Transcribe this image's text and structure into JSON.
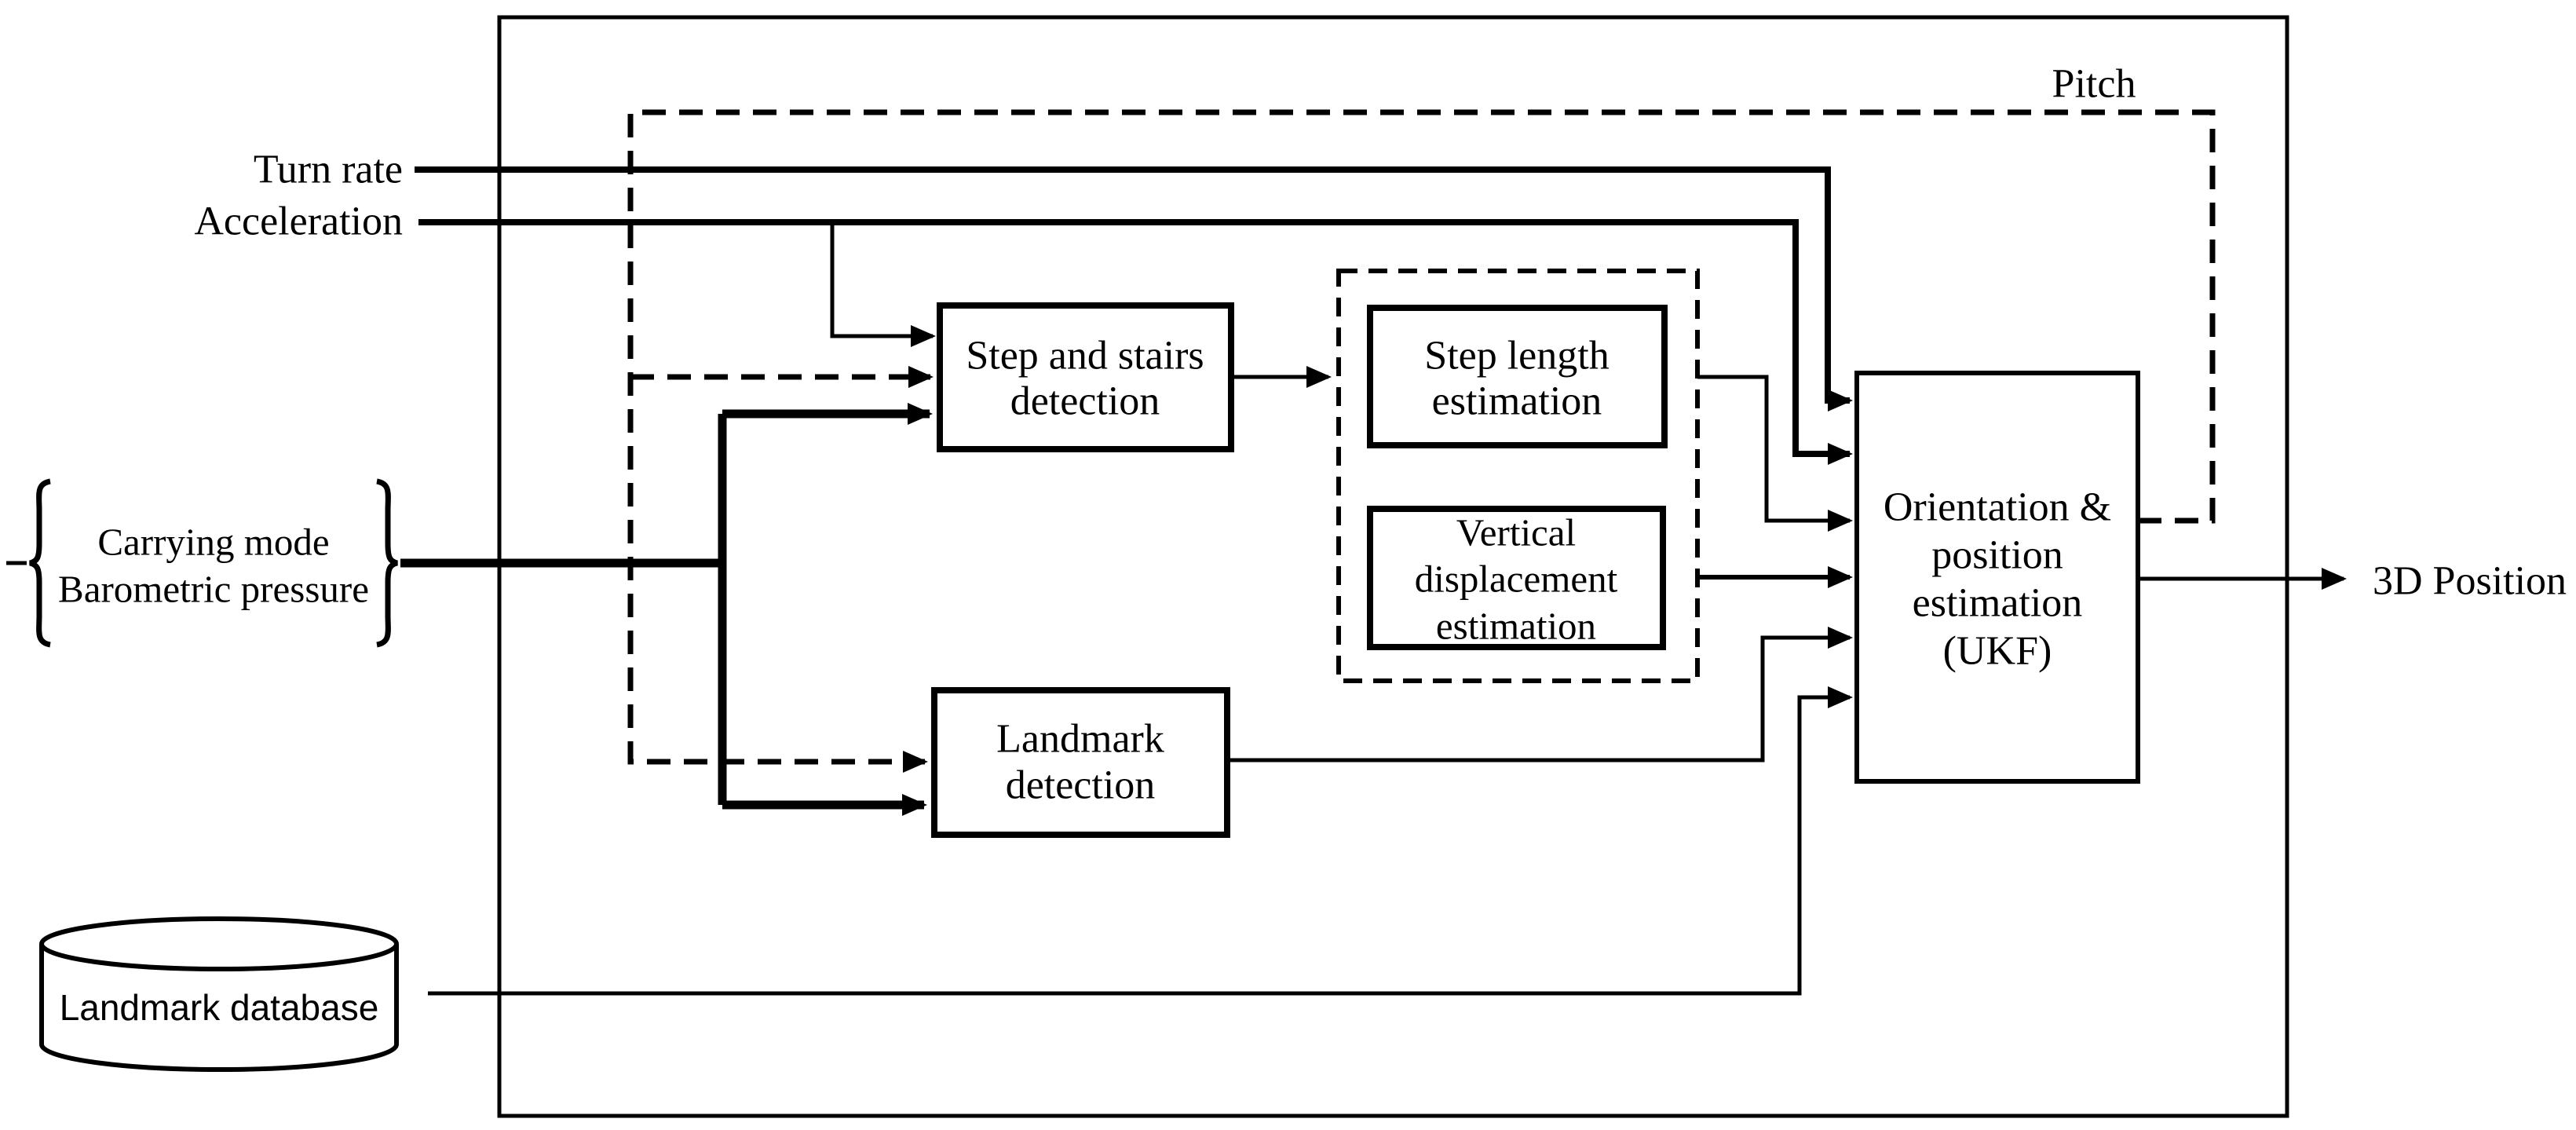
{
  "diagram": {
    "title_hint": "3D pedestrian positioning block diagram",
    "colors": {
      "line": "#000000",
      "background": "#ffffff"
    },
    "inputs": {
      "turn_rate": {
        "label": "Turn rate"
      },
      "acceleration": {
        "label": "Acceleration"
      },
      "carrying_group": {
        "brace_left": "{",
        "brace_right": "}",
        "lines": [
          "Carrying mode",
          "Barometric pressure"
        ]
      },
      "landmark_database": {
        "label": "Landmark database",
        "shape": "cylinder-icon"
      }
    },
    "nodes": {
      "step_stairs": {
        "lines": [
          "Step and stairs",
          "detection"
        ]
      },
      "step_length": {
        "lines": [
          "Step length",
          "estimation"
        ]
      },
      "vertical_displacement": {
        "lines": [
          "Vertical",
          "displacement",
          "estimation"
        ]
      },
      "landmark_detection": {
        "lines": [
          "Landmark",
          "detection"
        ]
      },
      "ukf": {
        "lines": [
          "Orientation &",
          "position",
          "estimation",
          "(UKF)"
        ]
      }
    },
    "outputs": {
      "pitch_feedback": {
        "label": "Pitch",
        "style": "dashed"
      },
      "position_3d": {
        "label": "3D Position"
      }
    }
  }
}
